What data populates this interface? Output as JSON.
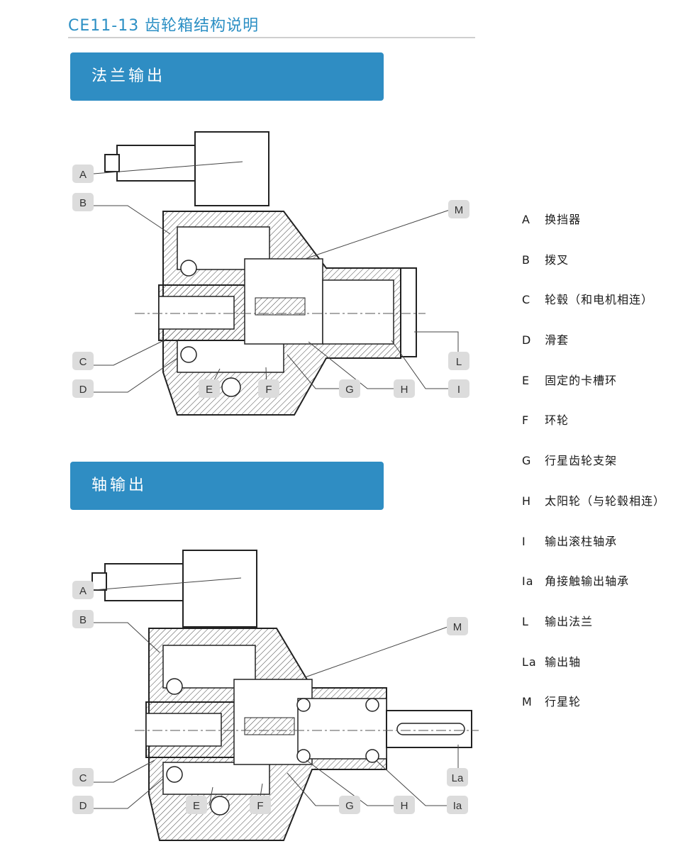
{
  "page": {
    "title": "CE11-13 齿轮箱结构说明"
  },
  "sections": [
    {
      "heading": "法兰输出"
    },
    {
      "heading": "轴输出"
    }
  ],
  "diagram1_labels": [
    "A",
    "B",
    "C",
    "D",
    "E",
    "F",
    "G",
    "H",
    "I",
    "L",
    "M"
  ],
  "diagram2_labels": [
    "A",
    "B",
    "C",
    "D",
    "E",
    "F",
    "G",
    "H",
    "Ia",
    "La",
    "M"
  ],
  "legend": [
    {
      "code": "A",
      "text": "换挡器"
    },
    {
      "code": "B",
      "text": "拨叉"
    },
    {
      "code": "C",
      "text": "轮毂（和电机相连）"
    },
    {
      "code": "D",
      "text": "滑套"
    },
    {
      "code": "E",
      "text": "固定的卡槽环"
    },
    {
      "code": "F",
      "text": "环轮"
    },
    {
      "code": "G",
      "text": "行星齿轮支架"
    },
    {
      "code": "H",
      "text": "太阳轮（与轮毂相连）"
    },
    {
      "code": "I",
      "text": "输出滚柱轴承"
    },
    {
      "code": "Ia",
      "text": "角接触输出轴承"
    },
    {
      "code": "L",
      "text": "输出法兰"
    },
    {
      "code": "La",
      "text": "输出轴"
    },
    {
      "code": "M",
      "text": "行星轮"
    }
  ],
  "colors": {
    "accent": "#2f8dc3",
    "title": "#2b8fc4",
    "label_box": "#dcdcdc"
  }
}
